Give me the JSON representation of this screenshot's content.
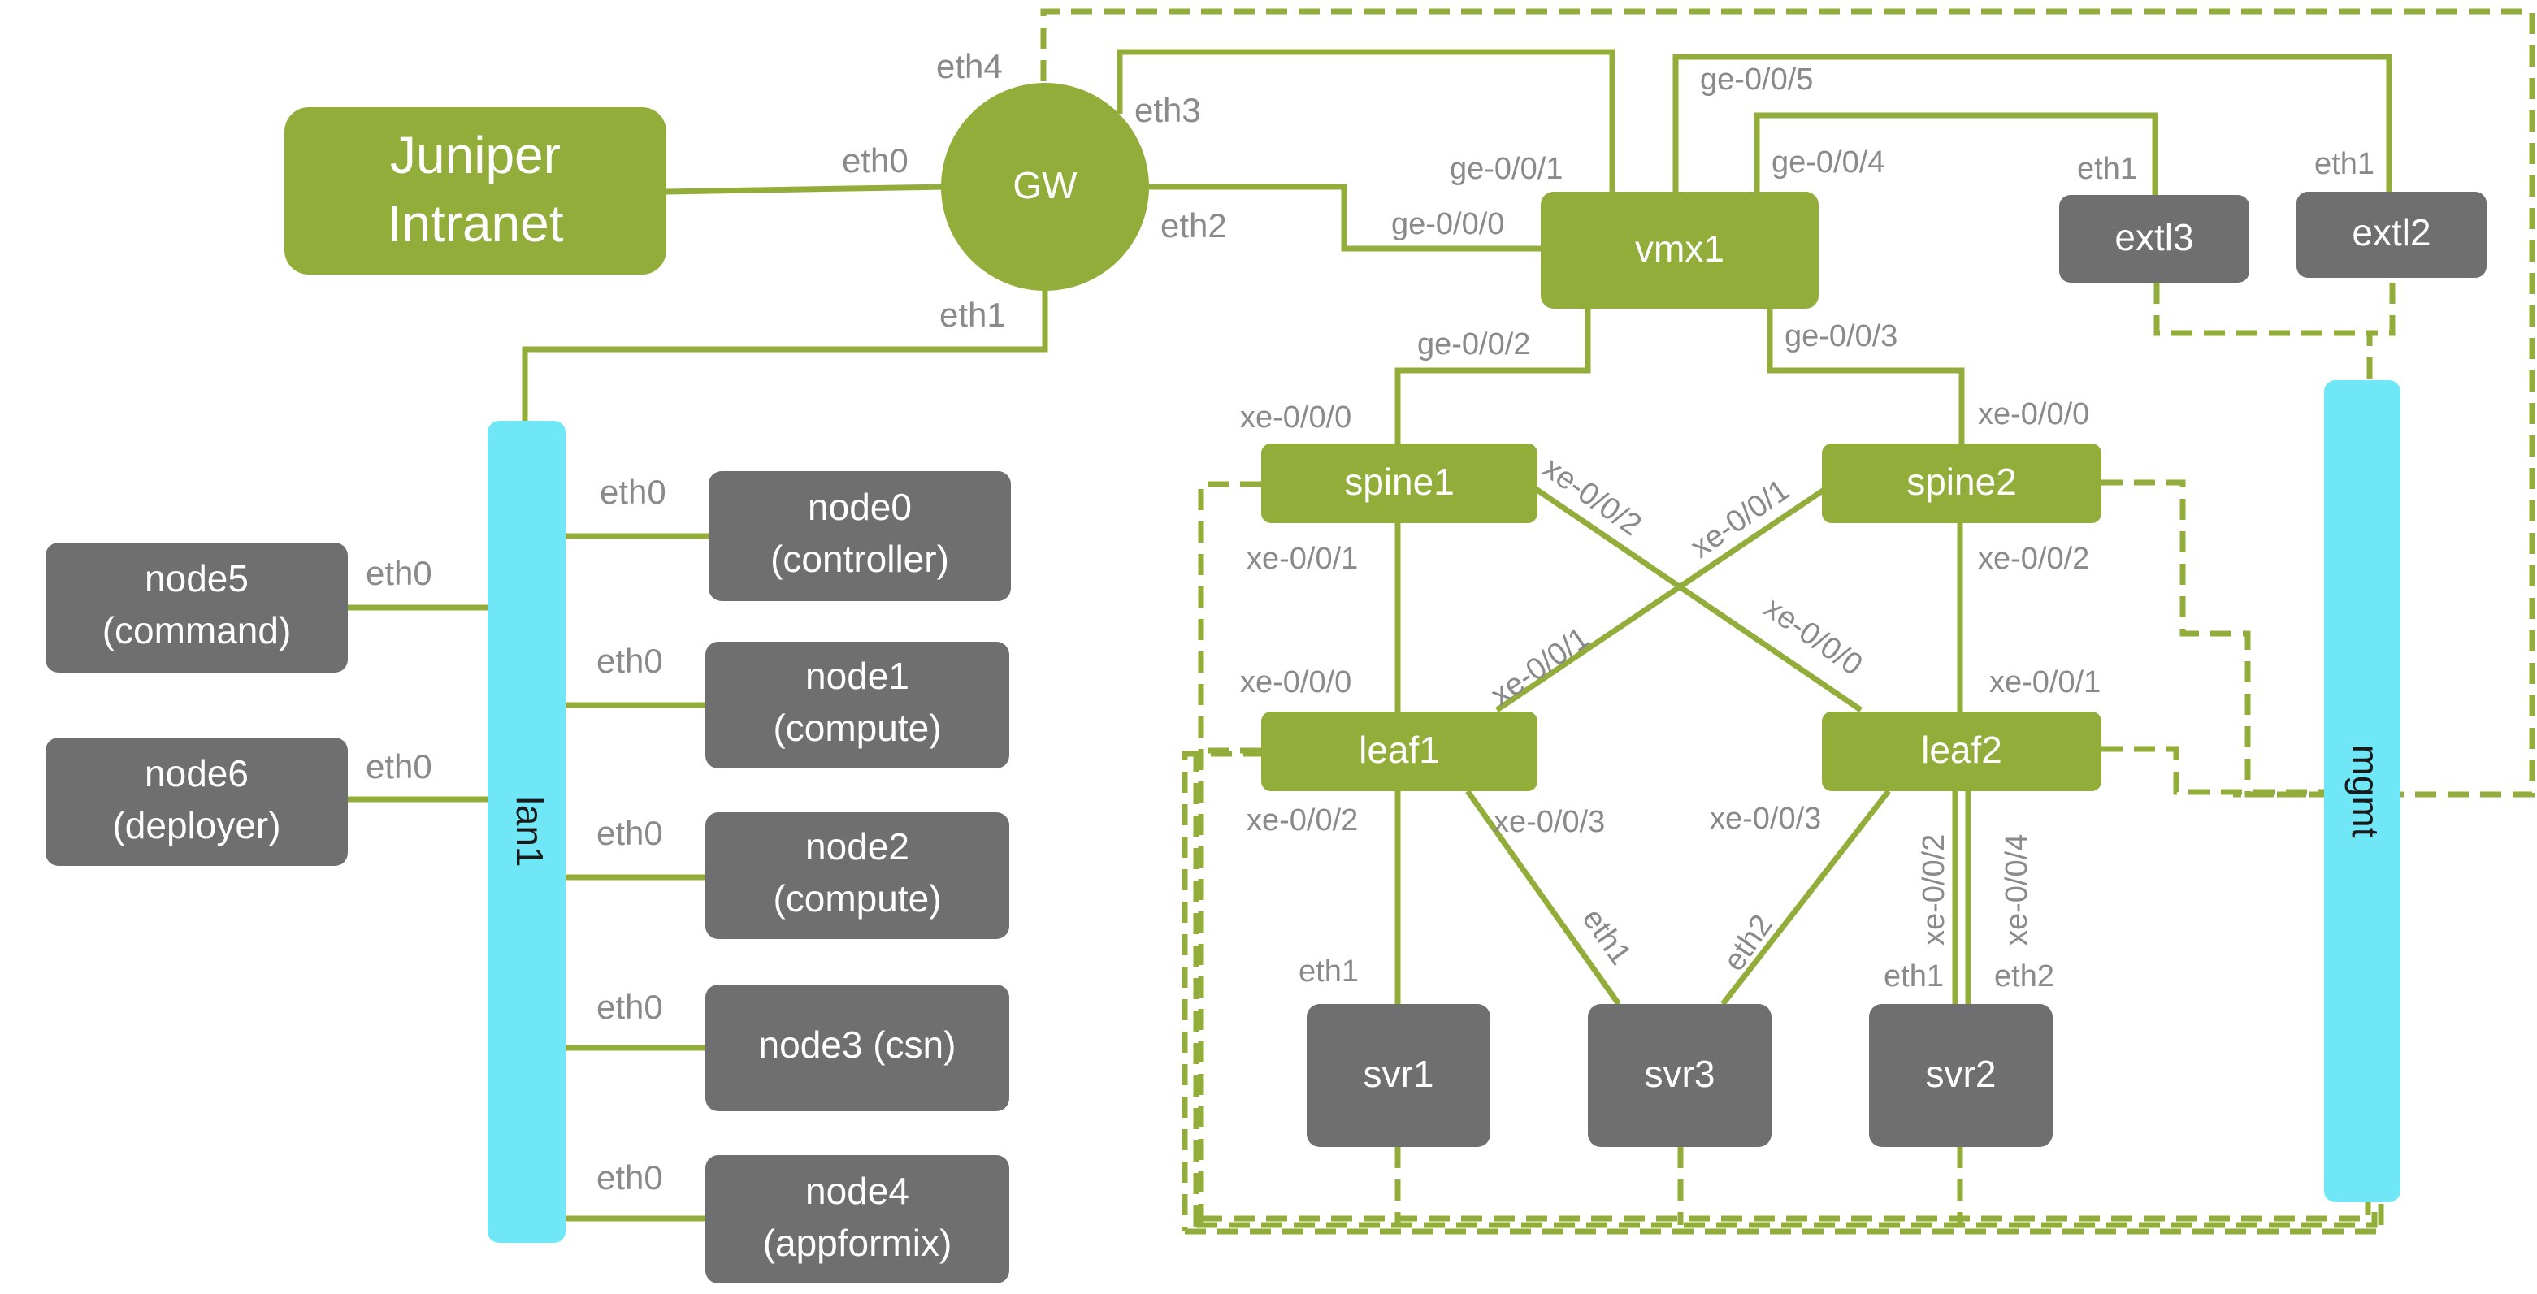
{
  "colors": {
    "green": "#93ad3b",
    "gray": "#6f6f6f",
    "cyan": "#6fe7f7",
    "label": "#8a8a8a"
  },
  "nodes": {
    "intranet": {
      "line1": "Juniper",
      "line2": "Intranet"
    },
    "gw": "GW",
    "vmx1": "vmx1",
    "extl3": "extl3",
    "extl2": "extl2",
    "spine1": "spine1",
    "spine2": "spine2",
    "leaf1": "leaf1",
    "leaf2": "leaf2",
    "svr1": "svr1",
    "svr2": "svr2",
    "svr3": "svr3",
    "lan1": "lan1",
    "mgmt": "mgmt",
    "node0": {
      "line1": "node0",
      "line2": "(controller)"
    },
    "node1": {
      "line1": "node1",
      "line2": "(compute)"
    },
    "node2": {
      "line1": "node2",
      "line2": "(compute)"
    },
    "node3": {
      "line1": "node3 (csn)"
    },
    "node4": {
      "line1": "node4",
      "line2": "(appformix)"
    },
    "node5": {
      "line1": "node5",
      "line2": "(command)"
    },
    "node6": {
      "line1": "node6",
      "line2": "(deployer)"
    }
  },
  "ports": {
    "gw_eth0": "eth0",
    "gw_eth1": "eth1",
    "gw_eth2": "eth2",
    "gw_eth3": "eth3",
    "gw_eth4": "eth4",
    "vmx_ge000": "ge-0/0/0",
    "vmx_ge001": "ge-0/0/1",
    "vmx_ge002": "ge-0/0/2",
    "vmx_ge003": "ge-0/0/3",
    "vmx_ge004": "ge-0/0/4",
    "vmx_ge005": "ge-0/0/5",
    "extl3_eth1": "eth1",
    "extl2_eth1": "eth1",
    "spine1_xe000": "xe-0/0/0",
    "spine1_xe001": "xe-0/0/1",
    "spine1_xe002": "xe-0/0/2",
    "spine2_xe000": "xe-0/0/0",
    "spine2_xe001": "xe-0/0/1",
    "spine2_xe002": "xe-0/0/2",
    "leaf1_xe000": "xe-0/0/0",
    "leaf1_xe001": "xe-0/0/1",
    "leaf1_xe002": "xe-0/0/2",
    "leaf1_xe003": "xe-0/0/3",
    "leaf2_xe000": "xe-0/0/0",
    "leaf2_xe001": "xe-0/0/1",
    "leaf2_xe002": "xe-0/0/2",
    "leaf2_xe003": "xe-0/0/3",
    "leaf2_xe004": "xe-0/0/4",
    "svr1_eth1": "eth1",
    "svr3_eth1": "eth1",
    "svr3_eth2": "eth2",
    "svr2_eth1": "eth1",
    "svr2_eth2": "eth2",
    "node0_eth0": "eth0",
    "node1_eth0": "eth0",
    "node2_eth0": "eth0",
    "node3_eth0": "eth0",
    "node4_eth0": "eth0",
    "node5_eth0": "eth0",
    "node6_eth0": "eth0"
  }
}
